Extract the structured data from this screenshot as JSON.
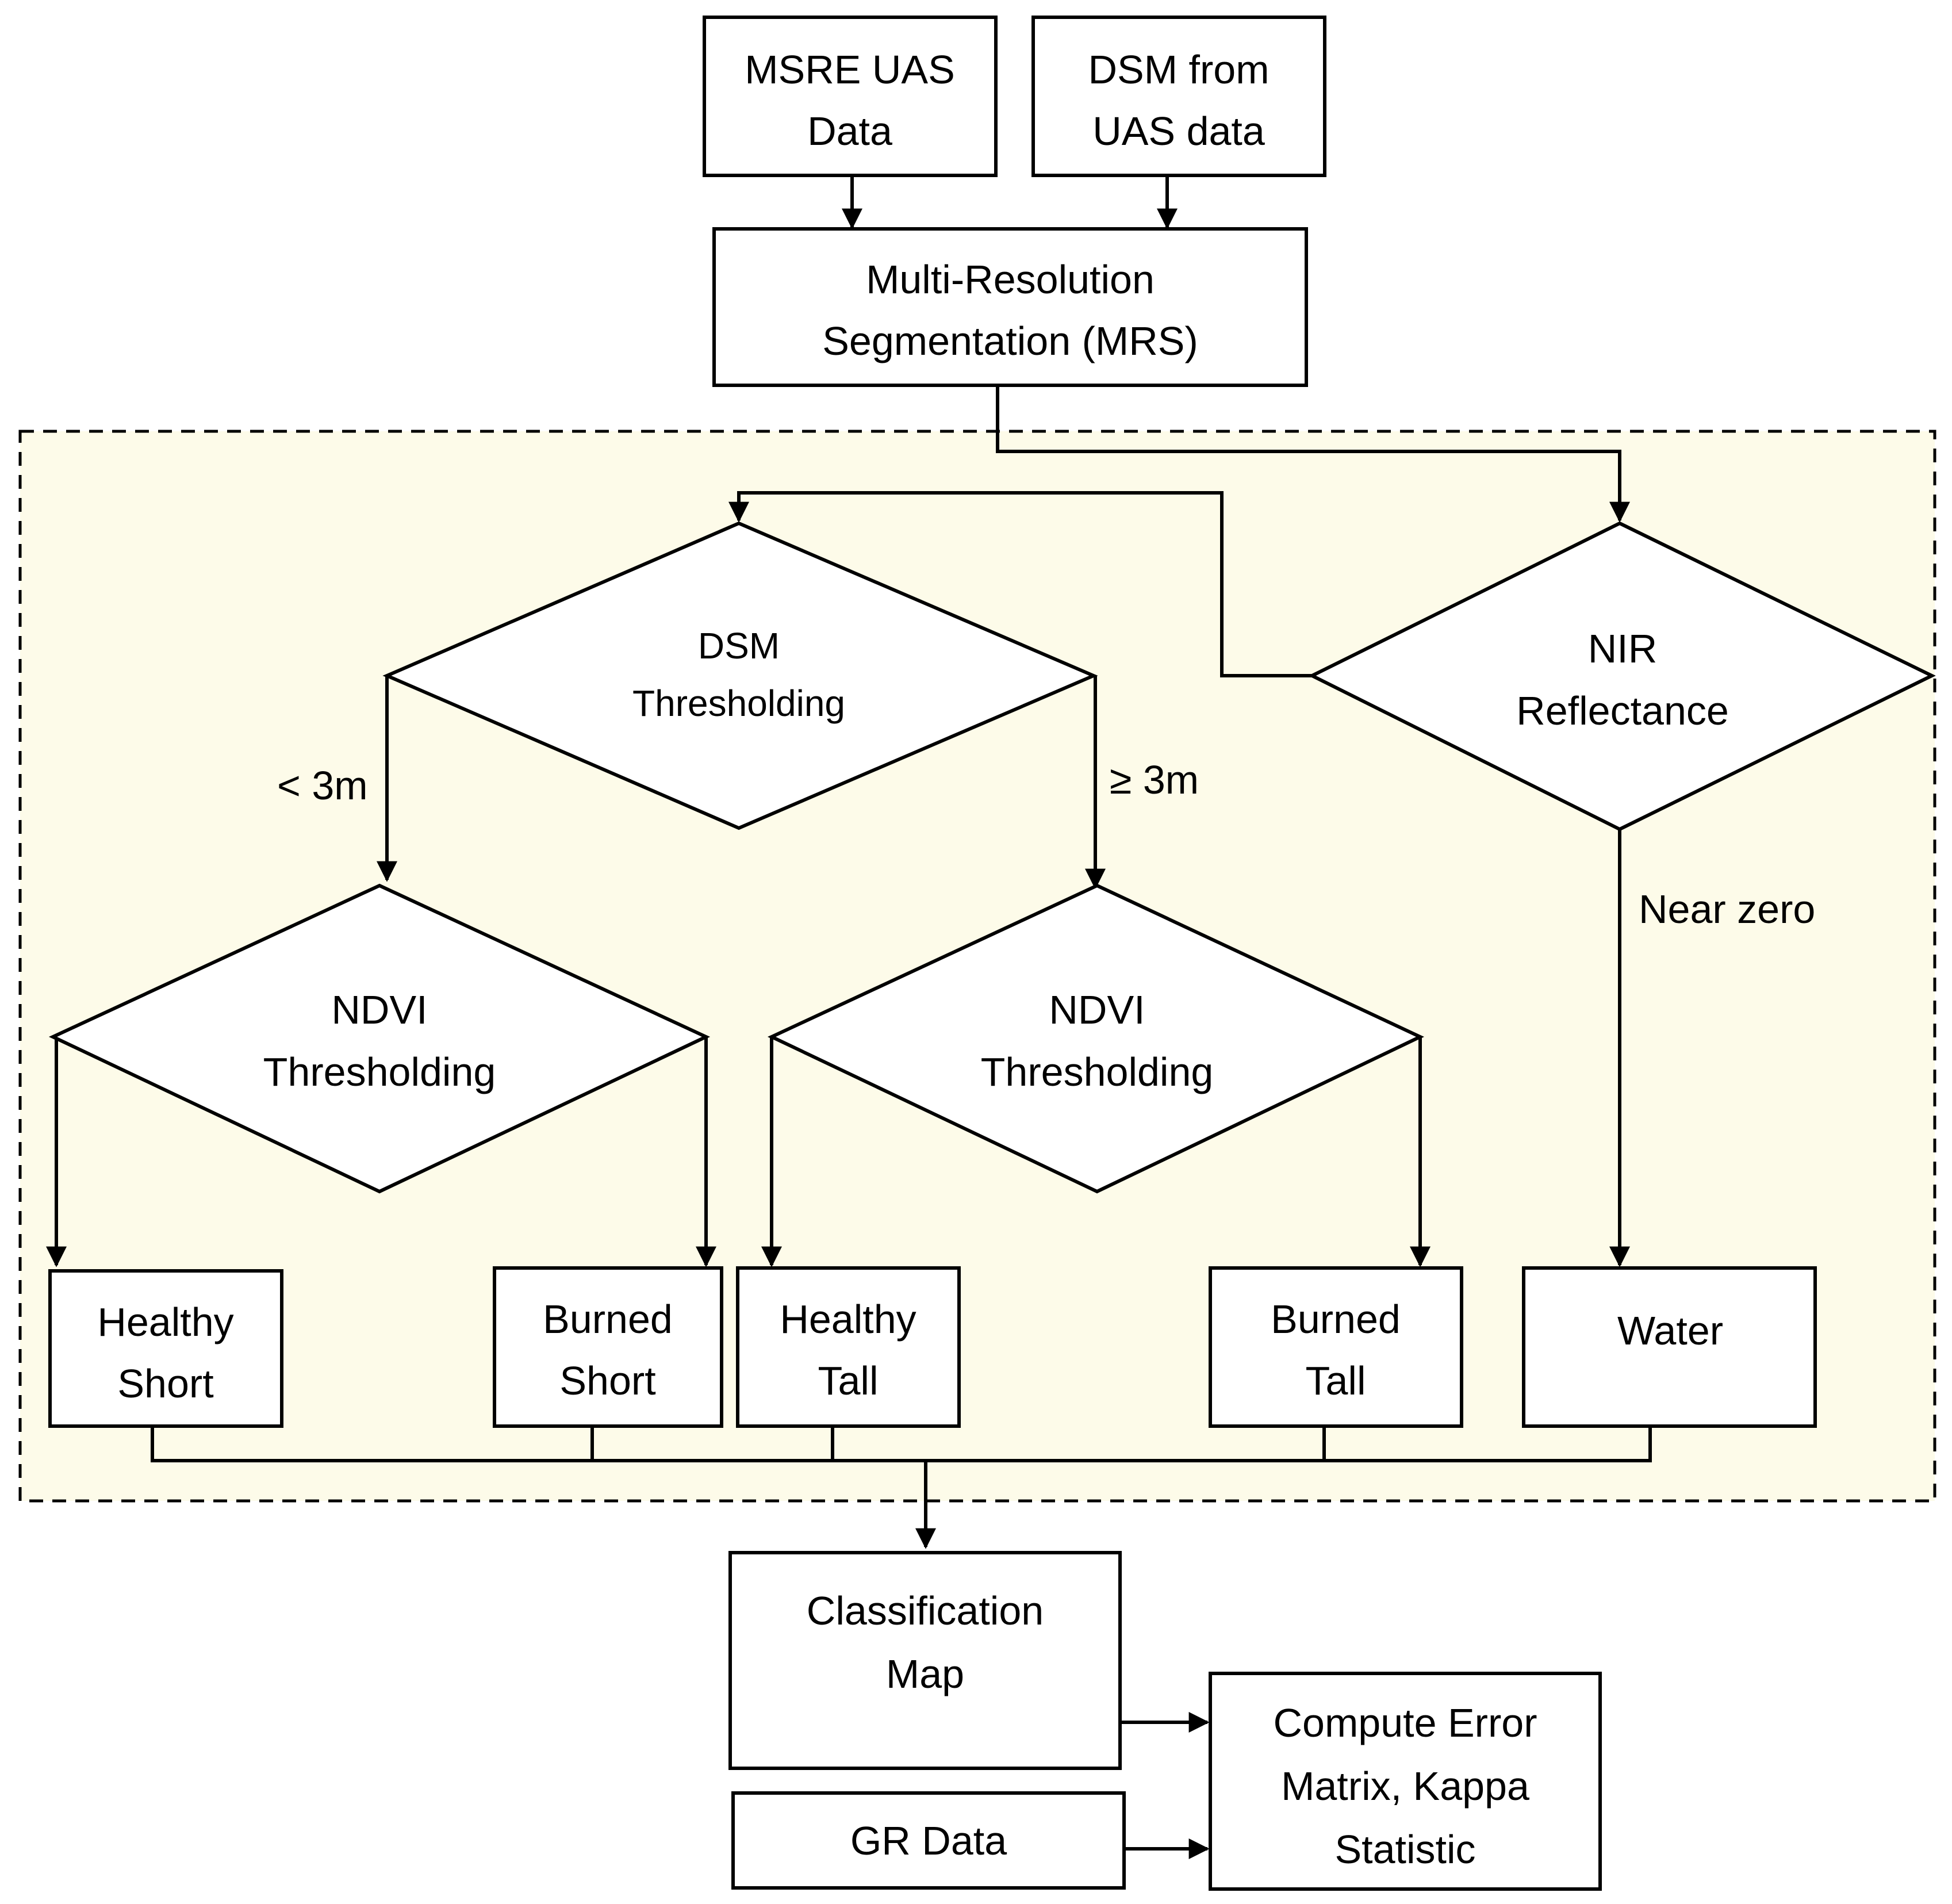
{
  "nodes": {
    "msre_uas_data": [
      "MSRE UAS",
      "Data"
    ],
    "dsm_uas_data": [
      "DSM from",
      "UAS data"
    ],
    "mrs": [
      "Multi-Resolution",
      "Segmentation (MRS)"
    ],
    "dsm_thresholding": [
      "DSM",
      "Thresholding"
    ],
    "nir_reflectance": [
      "NIR",
      "Reflectance"
    ],
    "ndvi_left": [
      "NDVI",
      "Thresholding"
    ],
    "ndvi_right": [
      "NDVI",
      "Thresholding"
    ],
    "healthy_short": [
      "Healthy",
      "Short"
    ],
    "burned_short": [
      "Burned",
      "Short"
    ],
    "healthy_tall": [
      "Healthy",
      "Tall"
    ],
    "burned_tall": [
      "Burned",
      "Tall"
    ],
    "water": [
      "Water"
    ],
    "classification_map": [
      "Classification",
      "Map"
    ],
    "gr_data": [
      "GR Data"
    ],
    "compute_error": [
      "Compute Error",
      "Matrix, Kappa",
      "Statistic"
    ]
  },
  "edge_labels": {
    "lt_3m": "< 3m",
    "ge_3m": "≥ 3m",
    "near_zero": "Near zero"
  },
  "colors": {
    "region_fill": "#fdfbe9",
    "stroke": "#000000"
  }
}
